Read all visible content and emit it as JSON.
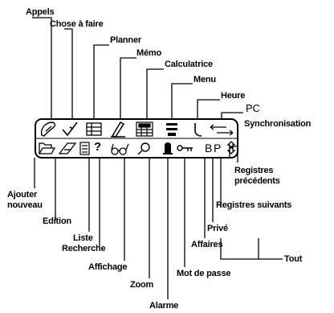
{
  "top_labels": {
    "appels": "Appels",
    "chose_a_faire": "Chose à faire",
    "planner": "Planner",
    "memo": "Mémo",
    "calculatrice": "Calculatrice",
    "menu": "Menu",
    "heure": "Heure",
    "pc": "PC",
    "synchronisation": "Synchronisation"
  },
  "bottom_labels": {
    "ajouter": "Ajouter",
    "nouveau": "nouveau",
    "edition": "Edition",
    "liste": "Liste",
    "recherche": "Recherche",
    "affichage": "Affichage",
    "zoom": "Zoom",
    "alarme": "Alarme",
    "mot_de_passe": "Mot de passe",
    "affaires": "Affaires",
    "prive": "Privé",
    "registres_suivants": "Registres suivants",
    "registres_precedents_1": "Registres",
    "registres_precedents_2": "précédents",
    "tout": "Tout"
  },
  "glyphs": {
    "help": "?",
    "business": "B",
    "private": "P"
  },
  "icons": {
    "top_row": [
      "phone-icon",
      "checkmark-icon",
      "planner-icon",
      "memo-pen-icon",
      "calculator-icon",
      "menu-icon",
      "clock-hand-icon",
      "sync-arrows-icon"
    ],
    "bottom_row": [
      "folder-icon",
      "eraser-icon",
      "list-icon",
      "question-icon",
      "glasses-icon",
      "magnifier-icon",
      "bell-icon",
      "key-icon",
      "business-letter-icon",
      "private-letter-icon",
      "updown-arrows-icon"
    ]
  }
}
